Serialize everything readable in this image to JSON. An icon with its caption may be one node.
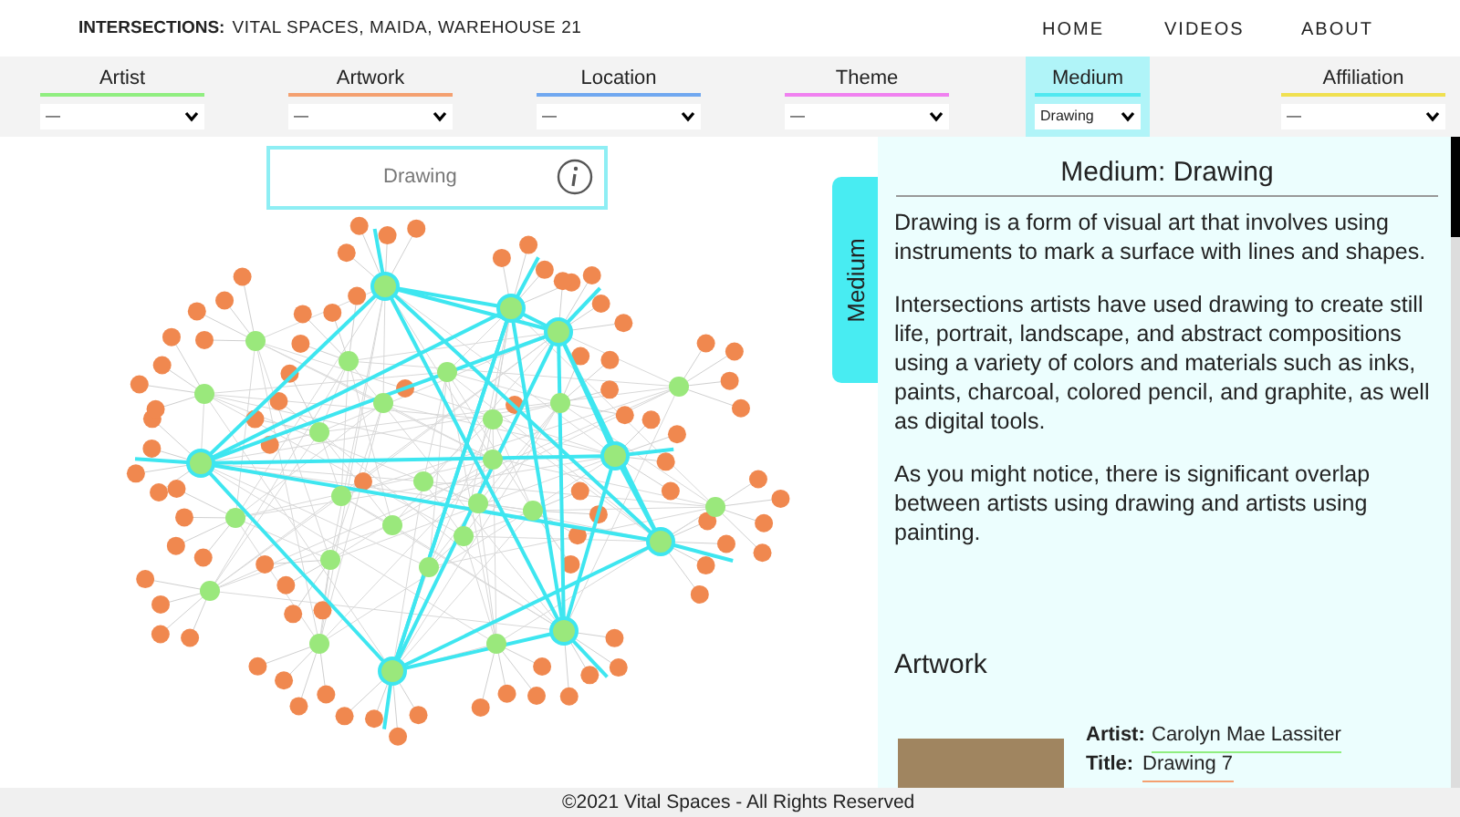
{
  "diagram": {
    "labels": [
      "INTERSECTIONS:",
      "VITAL SPACES, MAIDA, WAREHOUSE 21",
      "HOME",
      "VIDEOS",
      "ABOUT",
      "—",
      "—",
      "—",
      "—",
      "Drawing",
      "—",
      "Drawing",
      "Medium",
      "Medium: Drawing",
      "Drawing is a form of visual art that involves using instruments to mark a surface with lines and shapes.",
      "Intersections artists have used drawing to create still life, portrait, landscape, and abstract compositions using a variety of colors and materials such as inks, paints, charcoal, colored pencil, and graphite, as well as digital tools.",
      "As you might notice, there is significant overlap between artists using drawing and artists using painting.",
      "Artwork",
      "Artist:",
      "Carolyn Mae Lassiter",
      "Title:",
      "Drawing 7",
      "©2021 Vital Spaces - All Rights Reserved"
    ],
    "legend": [
      {
        "text": "Artist",
        "color": "#90ee80"
      },
      {
        "text": "Artwork",
        "color": "#f4a070"
      },
      {
        "text": "Location",
        "color": "#70a8f0"
      },
      {
        "text": "Theme",
        "color": "#f080f0"
      },
      {
        "text": "Medium",
        "color": "#50e8f0"
      },
      {
        "text": "Affiliation",
        "color": "#f0e050"
      }
    ]
  }
}
